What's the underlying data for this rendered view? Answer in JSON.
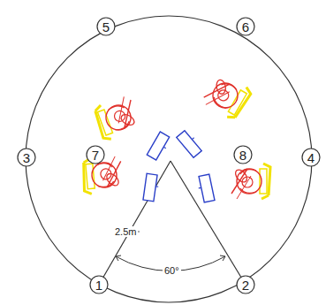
{
  "diagram": {
    "nodes": [
      {
        "text": [
          "5"
        ]
      },
      {
        "text": [
          "6"
        ]
      },
      {
        "text": [
          "3"
        ]
      },
      {
        "text": [
          "7"
        ]
      },
      {
        "text": [
          "8"
        ]
      },
      {
        "text": [
          "4"
        ]
      },
      {
        "text": [
          "1"
        ]
      },
      {
        "text": [
          "2"
        ]
      }
    ],
    "labels": [
      "2.5m",
      "60°"
    ]
  }
}
